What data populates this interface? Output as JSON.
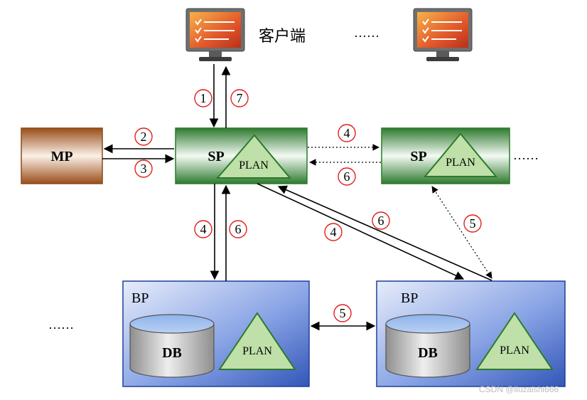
{
  "labels": {
    "client": "客户端",
    "mp": "MP",
    "sp_left": "SP",
    "sp_right": "SP",
    "plan_sp_left": "PLAN",
    "plan_sp_right": "PLAN",
    "bp_left": "BP",
    "bp_right": "BP",
    "db_left": "DB",
    "db_right": "DB",
    "plan_bp_left": "PLAN",
    "plan_bp_right": "PLAN",
    "ellipsis_top": "……",
    "ellipsis_right": "……",
    "ellipsis_left": "……"
  },
  "steps": {
    "s1": "1",
    "s7": "7",
    "s2": "2",
    "s3": "3",
    "s4a": "4",
    "s6a": "6",
    "s4b": "4",
    "s6b": "6",
    "s4c": "4",
    "s6c": "6",
    "s5a": "5",
    "s5b": "5"
  },
  "watermark": "CSDN @liuzaishi666",
  "colors": {
    "sp_green": "#2e8b2e",
    "mp_brown": "#a0521d",
    "bp_blue": "#3a5fbf",
    "step_circle": "#e02020"
  }
}
